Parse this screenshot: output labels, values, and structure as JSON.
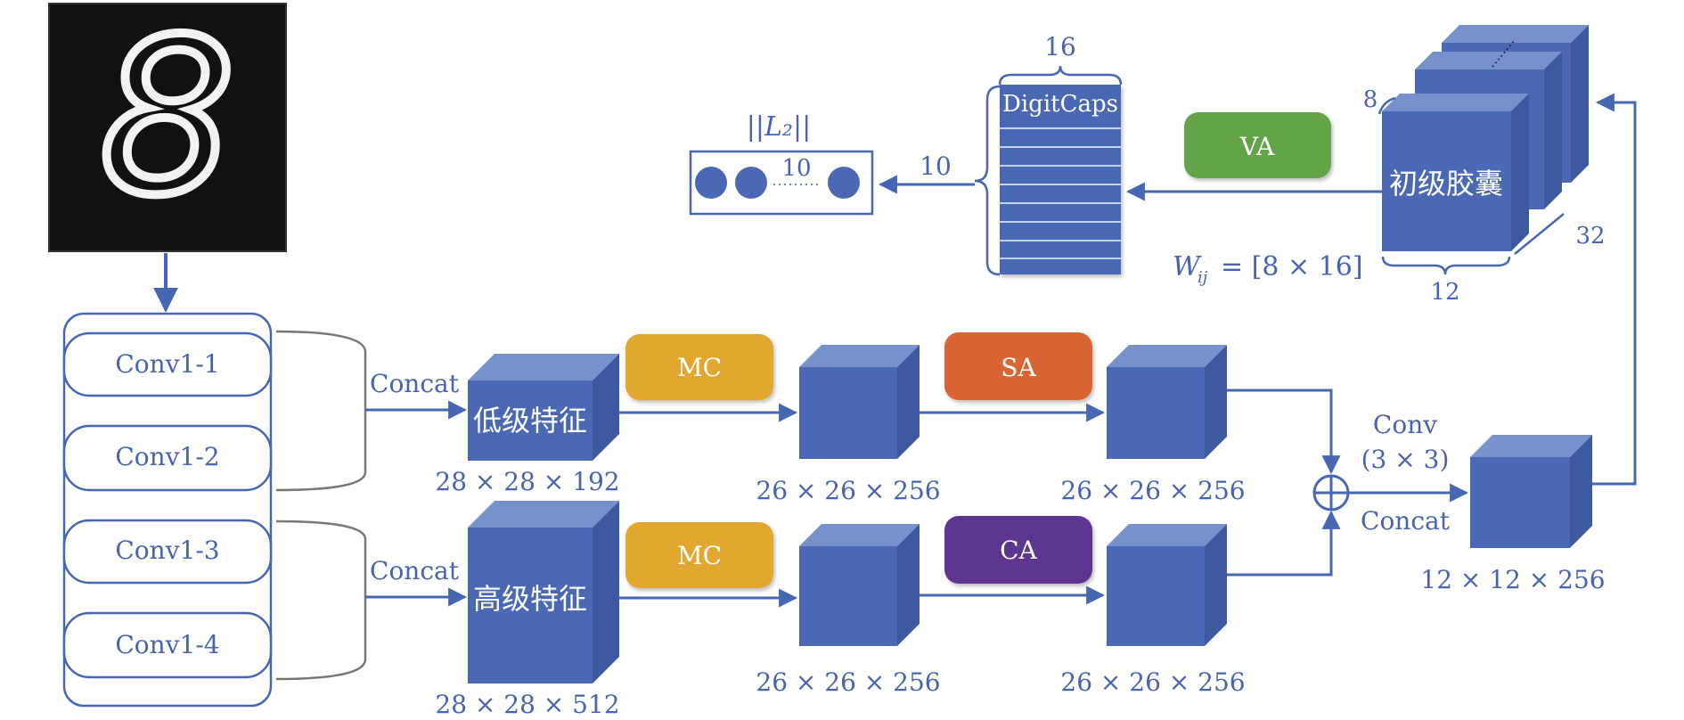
{
  "input_image": {
    "digit": "8"
  },
  "conv_layers": [
    "Conv1-1",
    "Conv1-2",
    "Conv1-3",
    "Conv1-4"
  ],
  "concat_label": "Concat",
  "low_feature": {
    "label": "低级特征",
    "dims": "28 × 28 × 192"
  },
  "high_feature": {
    "label": "高级特征",
    "dims": "28 × 28 × 512"
  },
  "modules": {
    "mc": "MC",
    "sa": "SA",
    "ca": "CA",
    "va": "VA"
  },
  "mid_dims": "26 × 26 × 256",
  "merge": {
    "conv": "Conv",
    "kernel": "(3 × 3)",
    "concat": "Concat"
  },
  "fused_dims": "12 × 12 × 256",
  "primary_caps": {
    "label": "初级胶囊",
    "d8": "8",
    "d12": "12",
    "d32": "32"
  },
  "weight": {
    "w": "W",
    "sub": "ij",
    "rest": "= [8 × 16]"
  },
  "digit_caps": {
    "label": "DigitCaps",
    "top": "16",
    "side": "10"
  },
  "output": {
    "norm": "||L₂||",
    "count": "10"
  },
  "colors": {
    "blue": "#4767b2",
    "mc": "#e2a72e",
    "sa": "#d96534",
    "ca": "#5e3592",
    "va": "#62a447"
  }
}
